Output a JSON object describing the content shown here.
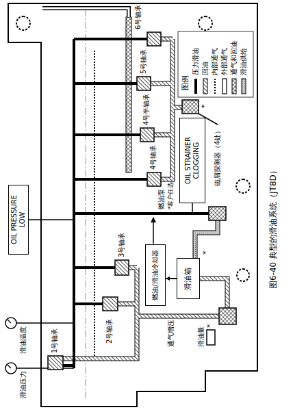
{
  "diagram": {
    "caption": "图6-40 典型的滑油系统（JT8D）",
    "nodes": [
      {
        "text": [
          "OIL PRESSURE LOW"
        ]
      },
      {
        "text": [
          "OIL STRAINER CLOGGING"
        ]
      },
      {
        "text": [
          "燃油/滑油冷却器"
        ]
      },
      {
        "text": [
          "滑油箱"
        ]
      }
    ],
    "edges": [
      {
        "from": 3,
        "to": 2,
        "arrow": "to"
      }
    ],
    "labels": [
      "6号轴承",
      "5号轴承",
      "4号半轴承",
      "4号轴承",
      "磁屑探测器（4处）",
      "*",
      "燃油泵",
      "*客户任选",
      "3号轴承",
      "2号轴承",
      "通气增压",
      "*",
      "滑油量",
      "*",
      "1号轴承",
      "滑油温度",
      "滑油压力",
      "图例"
    ],
    "legend": [
      {
        "text": "压力滑油"
      },
      {
        "text": "回油"
      },
      {
        "text": "内部通气"
      },
      {
        "text": "外部通气"
      },
      {
        "text": "通气和回油"
      },
      {
        "text": "滑油供给"
      }
    ]
  }
}
